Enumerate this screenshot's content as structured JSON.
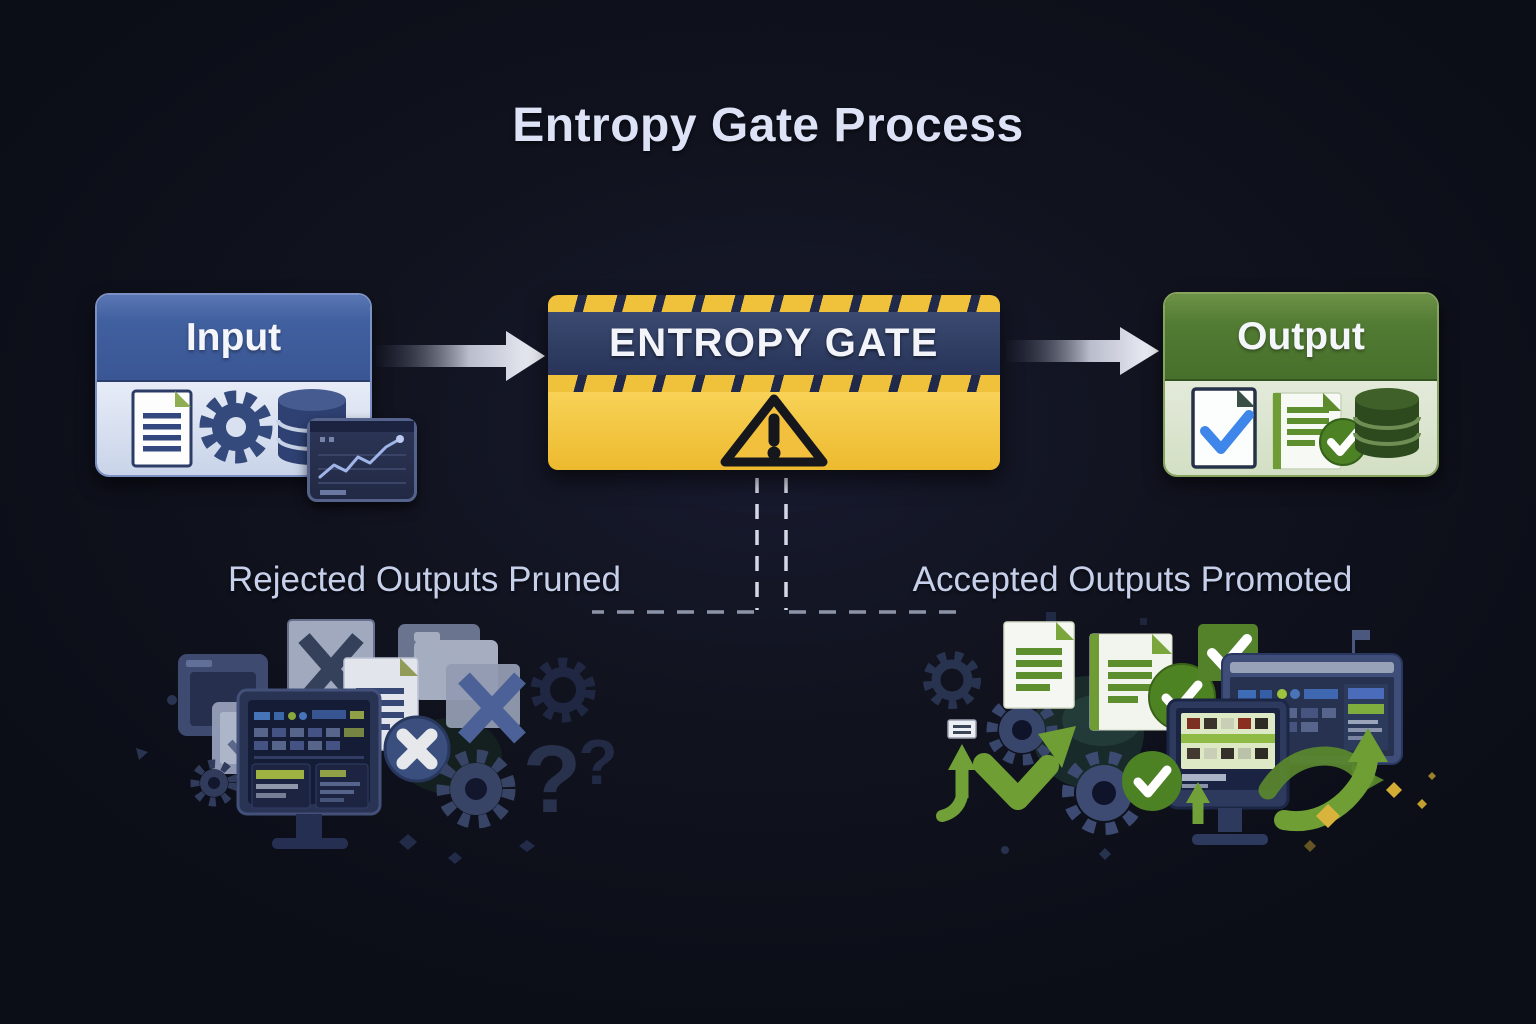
{
  "title": "Entropy Gate Process",
  "flow": {
    "input": {
      "label": "Input",
      "icons": [
        "document-icon",
        "gear-icon",
        "database-icon"
      ],
      "widget": "line-chart-widget"
    },
    "gate": {
      "label": "ENTROPY GATE",
      "icon": "warning-triangle-icon"
    },
    "output": {
      "label": "Output",
      "icons": [
        "document-check-icon",
        "document-approved-icon",
        "database-icon"
      ]
    },
    "connectors": [
      "input-to-gate-arrow",
      "gate-to-output-arrow"
    ]
  },
  "branches": {
    "rejected": {
      "label": "Rejected Outputs Pruned",
      "question_glyph": "?",
      "icons": [
        "window-icon",
        "document-x-icon",
        "folder-icon",
        "document-icon",
        "x-badge-icon",
        "x-square-icon",
        "monitor-icon",
        "gear-icon",
        "question-mark-icon"
      ]
    },
    "accepted": {
      "label": "Accepted Outputs Promoted",
      "icons": [
        "document-icon",
        "document-check-icon",
        "check-square-icon",
        "dashboard-panel-icon",
        "monitor-icon",
        "growth-arrow-icon",
        "check-circle-icon",
        "up-arrow-icon",
        "gear-icon",
        "sparkle-icon"
      ]
    }
  },
  "colors": {
    "background": "#0d0f1b",
    "title_text": "#dde2f6",
    "input_blue": "#44619f",
    "gate_yellow": "#f0c23c",
    "gate_navy": "#2c3a5e",
    "output_green": "#4e7731",
    "accept_green": "#6f9e35",
    "reject_grey": "#9aa3ba",
    "arrow_light": "#f2f4fa"
  }
}
